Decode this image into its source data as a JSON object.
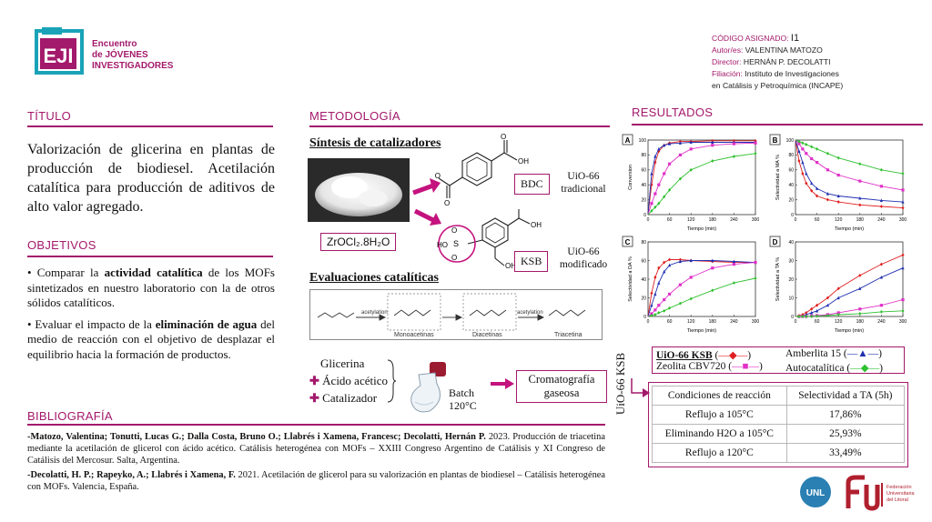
{
  "logo": {
    "mark": "EJI",
    "line1": "Encuentro",
    "line2": "de JÓVENES",
    "line3": "INVESTIGADORES"
  },
  "header": {
    "code_label": "CÓDIGO ASIGNADO:",
    "code_value": "I1",
    "author_label": "Autor/es:",
    "author_value": "VALENTINA MATOZO",
    "director_label": "Director:",
    "director_value": "HERNÁN P. DECOLATTI",
    "affil_label": "Filiación:",
    "affil_value1": "Instituto de Investigaciones",
    "affil_value2": "en Catálisis y Petroquímica (INCAPE)"
  },
  "titulo": {
    "heading": "TÍTULO",
    "text": "Valorización de glicerina en plantas de producción de biodiesel. Acetilación catalítica para producción de aditivos de alto valor agregado."
  },
  "objetivos": {
    "heading": "OBJETIVOS",
    "item1_pre": "Comparar la ",
    "item1_bold": "actividad catalítica",
    "item1_post": " de los MOFs sintetizados en nuestro laboratorio con la de otros sólidos catalíticos.",
    "item2_pre": "Evaluar el impacto de la ",
    "item2_bold": "eliminación de agua",
    "item2_post": " del medio de reacción con el objetivo de desplazar el equilibrio hacia la formación de productos."
  },
  "bibliografia": {
    "heading": "BIBLIOGRAFÍA",
    "ref1_authors": "-Matozo, Valentina; Tonutti, Lucas G.; Dalla Costa, Bruno O.; Llabrés i Xamena, Francesc; Decolatti, Hernán P.",
    "ref1_text": " 2023. Producción de triacetina mediante la acetilación de glicerol con ácido acético. Catálisis heterogénea con MOFs – XXIII Congreso Argentino de Catálisis y XI Congreso de Catálisis del Mercosur. Salta, Argentina.",
    "ref2_authors": "-Decolatti, H. P.; Rapeyko, A.; Llabrés i Xamena, F.",
    "ref2_text": " 2021. Acetilación de glicerol para su valorización en plantas de biodiesel – Catálisis heterogénea con MOFs. Valencia, España."
  },
  "metodologia": {
    "heading": "METODOLOGÍA",
    "sintesis": "Síntesis de catalizadores",
    "zr_precursor": "ZrOCl₂.8H₂O",
    "bdc": "BDC",
    "ksb": "KSB",
    "uio_trad_1": "UiO-66",
    "uio_trad_2": "tradicional",
    "uio_mod_1": "UiO-66",
    "uio_mod_2": "modificado",
    "mol_oh": "OH",
    "mol_ho": "HO",
    "mol_o": "O",
    "mol_s": "S",
    "evaluaciones": "Evaluaciones catalíticas",
    "step_label": "acetylation",
    "mono": "Monoacetinas",
    "di": "Diacetinas",
    "tri": "Triacetina",
    "reagent1": "Glicerina",
    "reagent2": "Ácido acético",
    "reagent3": "Catalizador",
    "batch1": "Batch",
    "batch2": "120°C",
    "analysis1": "Cromatografía",
    "analysis2": "gaseosa"
  },
  "resultados": {
    "heading": "RESULTADOS",
    "vertical_label": "UiO-66 KSB",
    "legend": {
      "ksb": "UiO-66 KSB",
      "zeolita": "Zeolita CBV720",
      "amberlita": "Amberlita 15",
      "auto": "Autocatalítica"
    },
    "table": {
      "headers": [
        "Condiciones de reacción",
        "Selectividad a TA (5h)"
      ],
      "rows": [
        [
          "Reflujo a 105°C",
          "17,86%"
        ],
        [
          "Eliminando H2O a 105°C",
          "25,93%"
        ],
        [
          "Reflujo a 120°C",
          "33,49%"
        ]
      ]
    }
  },
  "chart_data": [
    {
      "type": "line",
      "panel": "A",
      "ylabel": "Conversion",
      "xlabel": "Tiempo (min)",
      "xlim": [
        0,
        300
      ],
      "ylim": [
        0,
        100
      ],
      "xticks": [
        0,
        60,
        120,
        180,
        240,
        300
      ],
      "yticks": [
        0,
        20,
        40,
        60,
        80,
        100
      ],
      "series": [
        {
          "name": "UiO-66 KSB",
          "color": "#e02020",
          "x": [
            0,
            10,
            20,
            30,
            45,
            60,
            90,
            120,
            180,
            240,
            300
          ],
          "y": [
            0,
            40,
            70,
            85,
            93,
            96,
            98,
            98,
            99,
            99,
            99
          ]
        },
        {
          "name": "Amberlita 15",
          "color": "#2030b0",
          "x": [
            0,
            10,
            20,
            30,
            45,
            60,
            90,
            120,
            180,
            240,
            300
          ],
          "y": [
            0,
            55,
            78,
            88,
            93,
            95,
            96,
            97,
            97,
            97,
            97
          ]
        },
        {
          "name": "Zeolita CBV720",
          "color": "#e030c8",
          "x": [
            0,
            10,
            20,
            30,
            45,
            60,
            90,
            120,
            180,
            240,
            300
          ],
          "y": [
            0,
            15,
            28,
            40,
            55,
            68,
            80,
            88,
            93,
            95,
            96
          ]
        },
        {
          "name": "Autocatalítica",
          "color": "#30c030",
          "x": [
            0,
            10,
            20,
            30,
            45,
            60,
            90,
            120,
            180,
            240,
            300
          ],
          "y": [
            0,
            5,
            10,
            15,
            24,
            33,
            48,
            60,
            72,
            78,
            82
          ]
        }
      ]
    },
    {
      "type": "line",
      "panel": "B",
      "ylabel": "Selectividad a MA %",
      "xlabel": "Tiempo (min)",
      "xlim": [
        0,
        300
      ],
      "ylim": [
        0,
        100
      ],
      "xticks": [
        0,
        60,
        120,
        180,
        240,
        300
      ],
      "yticks": [
        0,
        20,
        40,
        60,
        80,
        100
      ],
      "series": [
        {
          "name": "UiO-66 KSB",
          "color": "#e02020",
          "x": [
            0,
            10,
            20,
            30,
            45,
            60,
            90,
            120,
            180,
            240,
            300
          ],
          "y": [
            100,
            72,
            55,
            42,
            32,
            25,
            20,
            17,
            13,
            11,
            9
          ]
        },
        {
          "name": "Amberlita 15",
          "color": "#2030b0",
          "x": [
            0,
            10,
            20,
            30,
            45,
            60,
            90,
            120,
            180,
            240,
            300
          ],
          "y": [
            100,
            85,
            70,
            55,
            42,
            35,
            28,
            25,
            22,
            19,
            17
          ]
        },
        {
          "name": "Zeolita CBV720",
          "color": "#e030c8",
          "x": [
            0,
            10,
            20,
            30,
            45,
            60,
            90,
            120,
            180,
            240,
            300
          ],
          "y": [
            100,
            95,
            88,
            82,
            75,
            70,
            60,
            53,
            45,
            38,
            33
          ]
        },
        {
          "name": "Autocatalítica",
          "color": "#30c030",
          "x": [
            0,
            10,
            20,
            30,
            45,
            60,
            90,
            120,
            180,
            240,
            300
          ],
          "y": [
            100,
            98,
            96,
            94,
            91,
            88,
            82,
            76,
            68,
            60,
            55
          ]
        }
      ]
    },
    {
      "type": "line",
      "panel": "C",
      "ylabel": "Selectividad a DA %",
      "xlabel": "Tiempo (min)",
      "xlim": [
        0,
        300
      ],
      "ylim": [
        0,
        80
      ],
      "xticks": [
        0,
        60,
        120,
        180,
        240,
        300
      ],
      "yticks": [
        0,
        20,
        40,
        60,
        80
      ],
      "series": [
        {
          "name": "UiO-66 KSB",
          "color": "#e02020",
          "x": [
            0,
            10,
            20,
            30,
            45,
            60,
            90,
            120,
            180,
            240,
            300
          ],
          "y": [
            0,
            25,
            42,
            52,
            58,
            61,
            61,
            60,
            59,
            58,
            58
          ]
        },
        {
          "name": "Amberlita 15",
          "color": "#2030b0",
          "x": [
            0,
            10,
            20,
            30,
            45,
            60,
            90,
            120,
            180,
            240,
            300
          ],
          "y": [
            0,
            12,
            24,
            36,
            48,
            55,
            59,
            60,
            60,
            59,
            58
          ]
        },
        {
          "name": "Zeolita CBV720",
          "color": "#e030c8",
          "x": [
            0,
            10,
            20,
            30,
            45,
            60,
            90,
            120,
            180,
            240,
            300
          ],
          "y": [
            0,
            3,
            7,
            12,
            18,
            24,
            34,
            42,
            52,
            56,
            58
          ]
        },
        {
          "name": "Autocatalítica",
          "color": "#30c030",
          "x": [
            0,
            10,
            20,
            30,
            45,
            60,
            90,
            120,
            180,
            240,
            300
          ],
          "y": [
            0,
            1,
            2,
            4,
            6,
            9,
            14,
            19,
            28,
            36,
            41
          ]
        }
      ]
    },
    {
      "type": "line",
      "panel": "D",
      "ylabel": "Selectividad a TA %",
      "xlabel": "Tiempo (min)",
      "xlim": [
        0,
        300
      ],
      "ylim": [
        0,
        40
      ],
      "xticks": [
        0,
        60,
        120,
        180,
        240,
        300
      ],
      "yticks": [
        0,
        10,
        20,
        30,
        40
      ],
      "series": [
        {
          "name": "UiO-66 KSB",
          "color": "#e02020",
          "x": [
            0,
            10,
            20,
            30,
            45,
            60,
            90,
            120,
            180,
            240,
            300
          ],
          "y": [
            0,
            0.5,
            1,
            2,
            4,
            6,
            10,
            15,
            22,
            28,
            33
          ]
        },
        {
          "name": "Amberlita 15",
          "color": "#2030b0",
          "x": [
            0,
            10,
            20,
            30,
            45,
            60,
            90,
            120,
            180,
            240,
            300
          ],
          "y": [
            0,
            0,
            0.3,
            1,
            2,
            3,
            6,
            10,
            15,
            21,
            26
          ]
        },
        {
          "name": "Zeolita CBV720",
          "color": "#e030c8",
          "x": [
            0,
            10,
            20,
            30,
            45,
            60,
            90,
            120,
            180,
            240,
            300
          ],
          "y": [
            0,
            0,
            0,
            0,
            0.3,
            0.5,
            1,
            2,
            4,
            6,
            9
          ]
        },
        {
          "name": "Autocatalítica",
          "color": "#30c030",
          "x": [
            0,
            10,
            20,
            30,
            45,
            60,
            90,
            120,
            180,
            240,
            300
          ],
          "y": [
            0,
            0,
            0,
            0,
            0,
            0.2,
            0.5,
            1,
            1.5,
            2.5,
            3
          ]
        }
      ]
    }
  ]
}
